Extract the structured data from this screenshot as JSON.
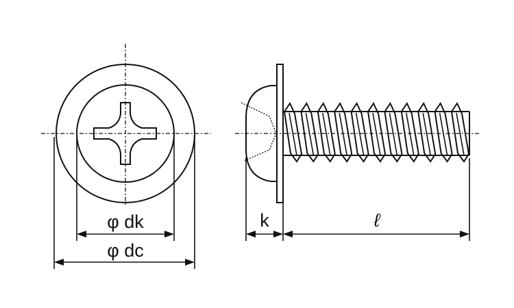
{
  "labels": {
    "dk": "φ dk",
    "dc": "φ dc",
    "k": "k",
    "l": "ℓ"
  },
  "thread_count": 11
}
